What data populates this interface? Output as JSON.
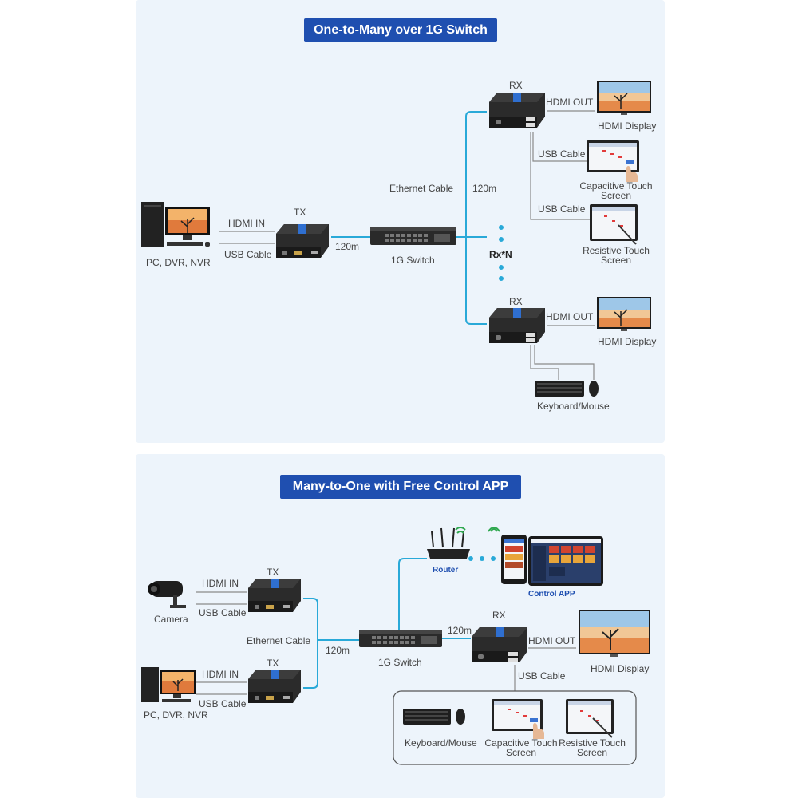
{
  "top": {
    "title": "One-to-Many over 1G Switch",
    "tx_label": "TX",
    "hdmi_in": "HDMI  IN",
    "usb_cable": "USB Cable",
    "pc_label": "PC, DVR, NVR",
    "dist_tx": "120m",
    "switch_label": "1G Switch",
    "ethernet_cable": "Ethernet Cable",
    "dist_rx": "120m",
    "rx_label": "RX",
    "hdmi_out": "HDMI  OUT",
    "hdmi_display": "HDMI  Display",
    "usb_cable_1": "USB Cable",
    "usb_cable_2": "USB Cable",
    "cap_touch_1": "Capacitive Touch",
    "cap_touch_2": "Screen",
    "res_touch_1": "Resistive Touch",
    "res_touch_2": "Screen",
    "rxn": "Rx*N",
    "rx2_label": "RX",
    "hdmi_out_2": "HDMI  OUT",
    "hdmi_display_2": "HDMI  Display",
    "keyboard_mouse": "Keyboard/Mouse"
  },
  "bottom": {
    "title": "Many-to-One with Free Control APP",
    "tx1_label": "TX",
    "hdmi_in_1": "HDMI  IN",
    "usb_cable_1": "USB Cable",
    "camera": "Camera",
    "ethernet_cable": "Ethernet Cable",
    "tx2_label": "TX",
    "hdmi_in_2": "HDMI  IN",
    "usb_cable_2": "USB Cable",
    "pc_label": "PC, DVR, NVR",
    "dist_tx": "120m",
    "switch_label": "1G Switch",
    "dist_rx": "120m",
    "router": "Router",
    "control_app": "Control APP",
    "rx_label": "RX",
    "hdmi_out": "HDMI  OUT",
    "hdmi_display": "HDMI  Display",
    "usb_cable_rx": "USB Cable",
    "keyboard_mouse": "Keyboard/Mouse",
    "cap_touch_1": "Capacitive Touch",
    "cap_touch_2": "Screen",
    "res_touch_1": "Resistive Touch",
    "res_touch_2": "Screen"
  },
  "colors": {
    "banner": "#1f4fb0",
    "cable": "#29a9d8",
    "panel": "#edf4fb"
  }
}
